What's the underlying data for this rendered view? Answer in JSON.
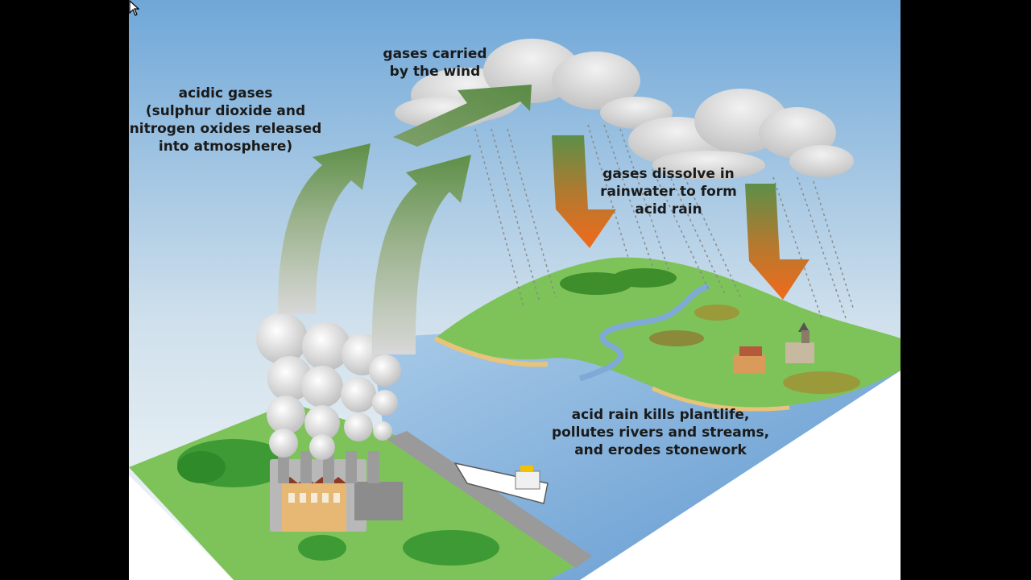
{
  "diagram": {
    "labels": {
      "acidic_gases": "acidic gases\n(sulphur dioxide and\nnitrogen oxides released\ninto atmosphere)",
      "gases_wind": "gases carried\nby the wind",
      "dissolve": "gases dissolve in\nrainwater to form\nacid rain",
      "kills": "acid rain kills plantlife,\npollutes rivers and streams,\nand erodes stonework"
    },
    "colors": {
      "sky_top": "#6fa7d8",
      "sky_bottom": "#f4f7f9",
      "land": "#7dc35a",
      "water": "#7fb0dc",
      "arrow_green": "#6a9a55",
      "arrow_orange": "#f26a1b",
      "smoke": "#e6e6e6",
      "cloud": "#d8d8d8"
    },
    "icons": {
      "cursor": "mouse-pointer-icon"
    }
  }
}
